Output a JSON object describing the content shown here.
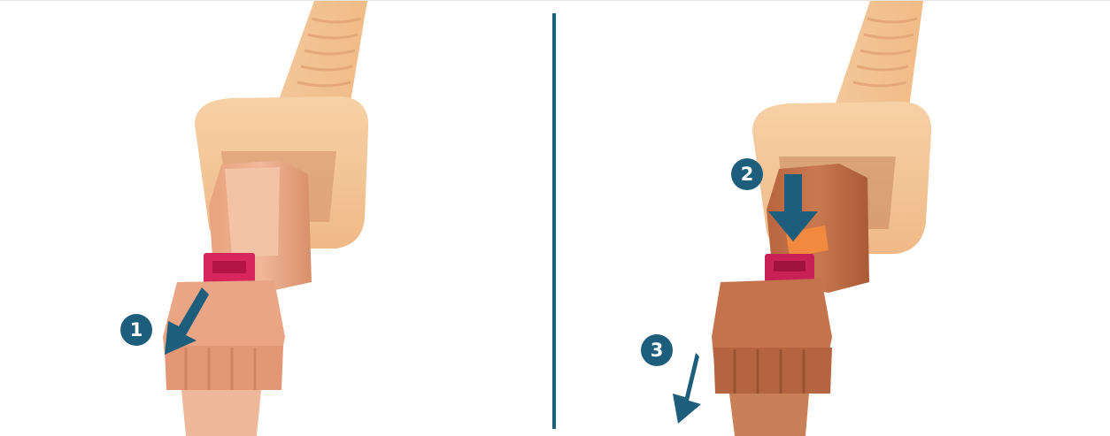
{
  "steps": [
    {
      "number": "1"
    },
    {
      "number": "2"
    },
    {
      "number": "3"
    }
  ],
  "colors": {
    "accent": "#1d5e7c",
    "housing_light": "#f3bf8e",
    "connector_left": "#eaa585",
    "connector_right": "#c4734d",
    "latch_highlight": "#f18a3e",
    "lock_pink": "#d7255e",
    "background": "#ffffff"
  },
  "icons": [
    "arrow-icon",
    "connector-illustration"
  ]
}
